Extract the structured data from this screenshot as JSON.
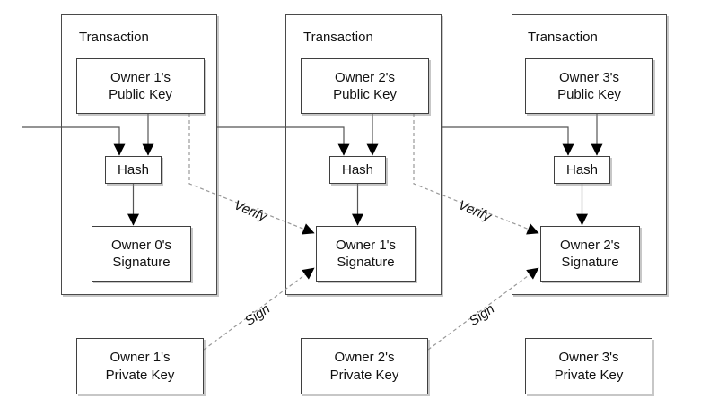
{
  "diagram": {
    "background": "#ffffff",
    "colors": {
      "box_border": "#3f3f3f",
      "box_shadow": "#828282",
      "solid_line": "#555555",
      "dashed_line": "#999999",
      "arrowhead": "#000000",
      "text": "#111111"
    },
    "transactions": [
      {
        "label": "Transaction",
        "public_key": "Owner 1's\nPublic Key",
        "hash": "Hash",
        "signature": "Owner 0's\nSignature"
      },
      {
        "label": "Transaction",
        "public_key": "Owner 2's\nPublic Key",
        "hash": "Hash",
        "signature": "Owner 1's\nSignature"
      },
      {
        "label": "Transaction",
        "public_key": "Owner 3's\nPublic Key",
        "hash": "Hash",
        "signature": "Owner 2's\nSignature"
      }
    ],
    "private_keys": [
      {
        "label": "Owner 1's\nPrivate Key"
      },
      {
        "label": "Owner 2's\nPrivate Key"
      },
      {
        "label": "Owner 3's\nPrivate Key"
      }
    ],
    "edge_labels": {
      "verify": "Verify",
      "sign": "Sign"
    }
  }
}
